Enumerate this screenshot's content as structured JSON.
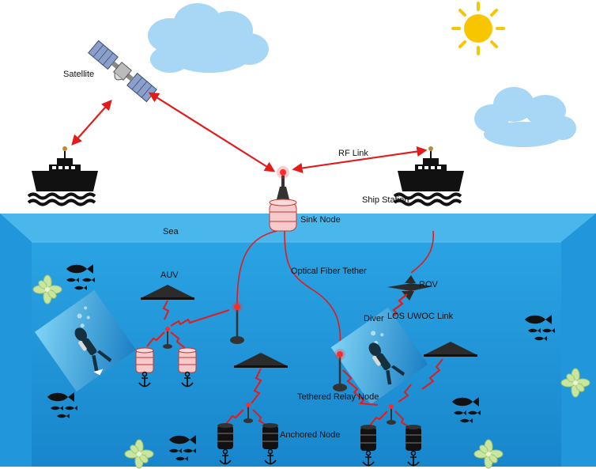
{
  "labels": {
    "satellite": "Satellite",
    "rf_link": "RF Link",
    "ship_station": "Ship Station",
    "sea": "Sea",
    "sink_node": "Sink Node",
    "optical_fiber_tether": "Optical Fiber Tether",
    "auv": "AUV",
    "rov": "ROV",
    "diver": "Diver",
    "los_uwoc_link": "LOS UWOC Link",
    "tethered_relay_node": "Tethered Relay Node",
    "anchored_node": "Anchored Node"
  },
  "colors": {
    "sea_top": "#3ab0e8",
    "sea_front": "#1e90d6",
    "sea_side": "#1670b0",
    "link_red": "#e21b1b",
    "node_pink": "#f6c9cc",
    "node_dark": "#1a1a1a",
    "sun": "#f7c600",
    "cloud": "#a8d6f5"
  }
}
